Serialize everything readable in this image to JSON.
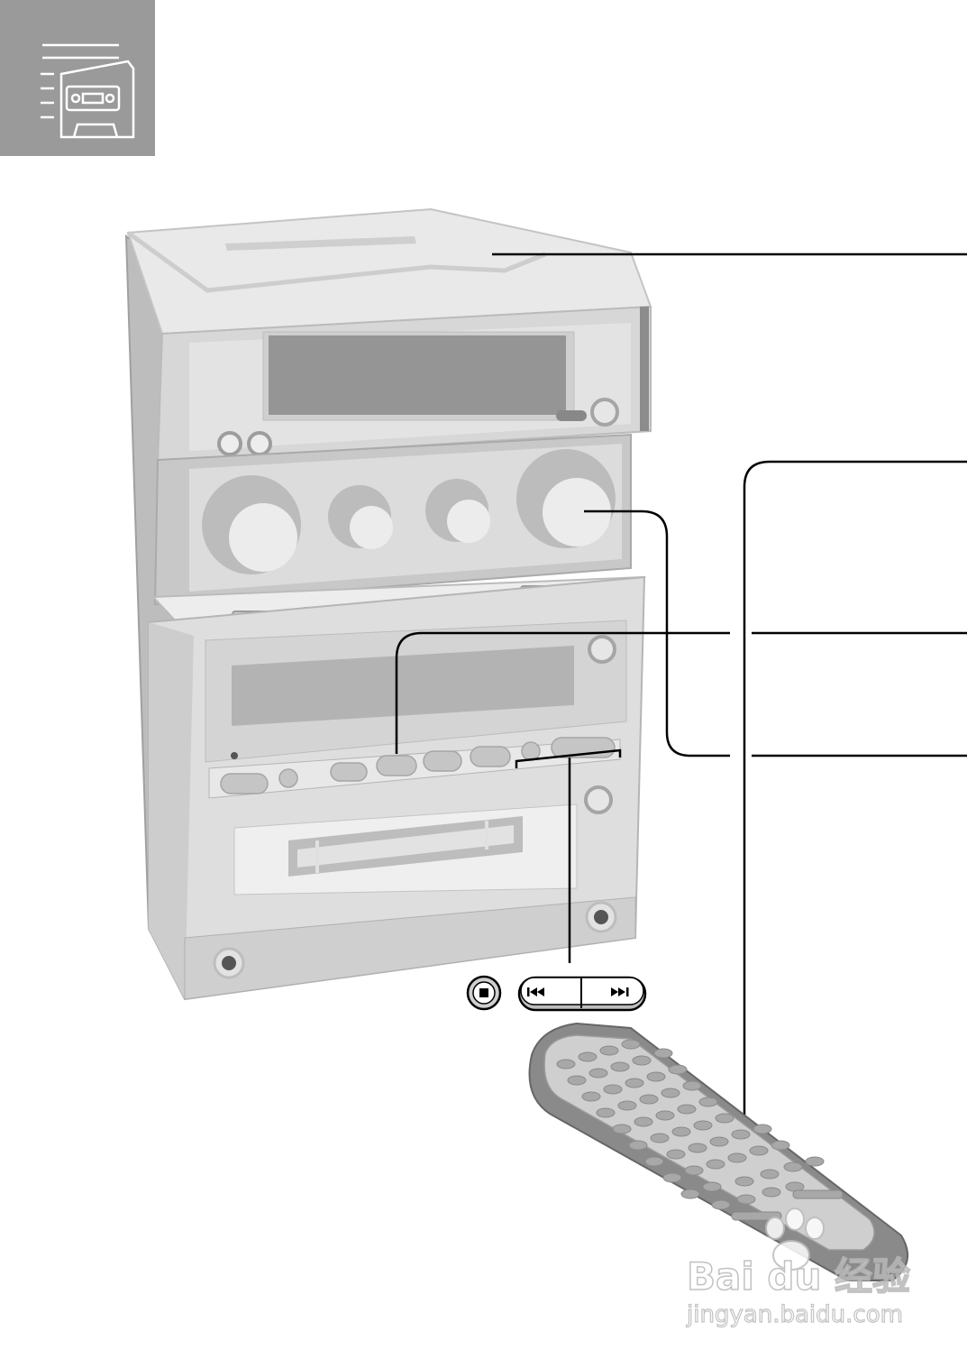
{
  "header": {
    "icon": "cassette-deck-icon"
  },
  "system": {
    "name": "mini-component-stereo-system"
  },
  "controls": {
    "stop_button": {
      "icon": "stop-icon",
      "glyph": "■"
    },
    "skip_back_button": {
      "icon": "skip-back-icon",
      "glyph": "⏮"
    },
    "skip_forward_button": {
      "icon": "skip-forward-icon",
      "glyph": "⏭"
    }
  },
  "remote": {
    "name": "remote-control"
  },
  "watermark": {
    "brand": "Bai du 经验",
    "url": "jingyan.baidu.com"
  },
  "colors": {
    "header_box": "#9a9a9a",
    "unit_light": "#e6e6e6",
    "unit_mid": "#cfcfcf",
    "unit_dark": "#8c8c8c",
    "remote_body": "#8a8a8a",
    "line": "#000000"
  }
}
